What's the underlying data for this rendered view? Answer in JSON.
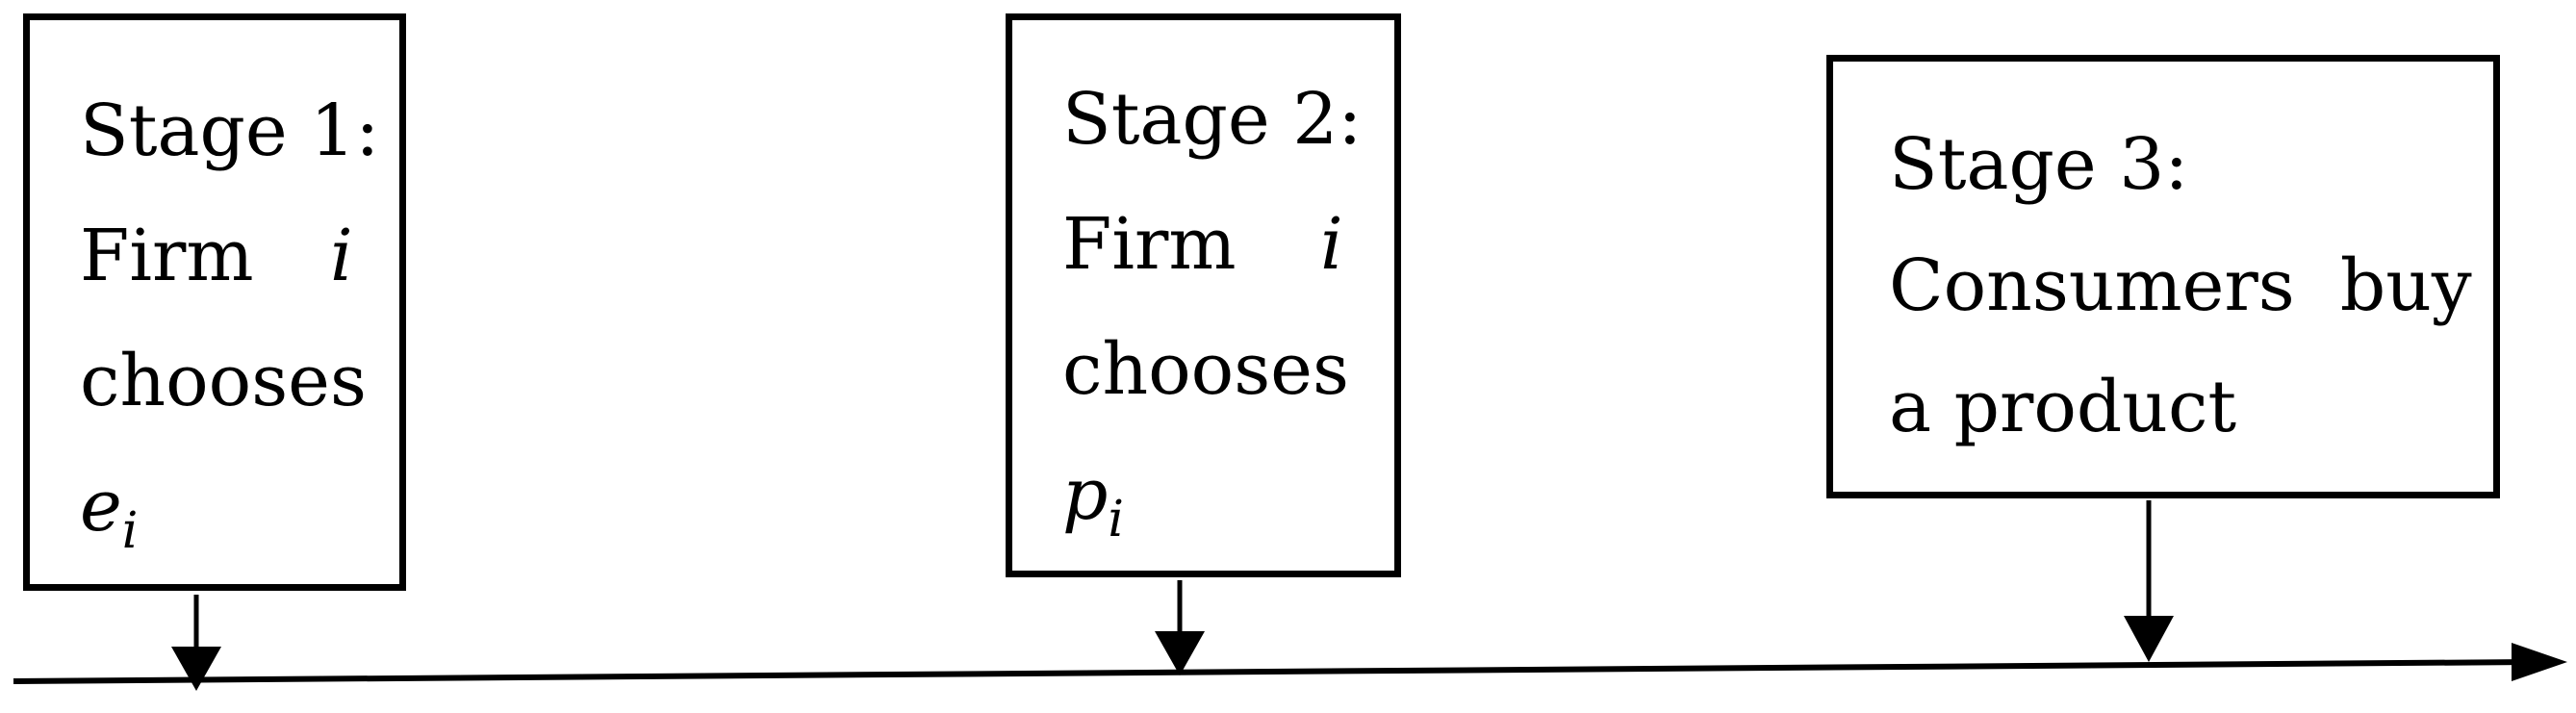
{
  "stages": [
    {
      "title": "Stage 1:",
      "actor": "Firm",
      "actor_var": "i",
      "verb": "chooses",
      "choice_var": "e",
      "choice_sub": "i"
    },
    {
      "title": "Stage 2:",
      "actor": "Firm",
      "actor_var": "i",
      "verb": "chooses",
      "choice_var": "p",
      "choice_sub": "i"
    },
    {
      "title": "Stage 3:",
      "line2": "Consumers  buy",
      "line3": "a product"
    }
  ],
  "colors": {
    "stroke": "#000000",
    "background": "#ffffff"
  }
}
